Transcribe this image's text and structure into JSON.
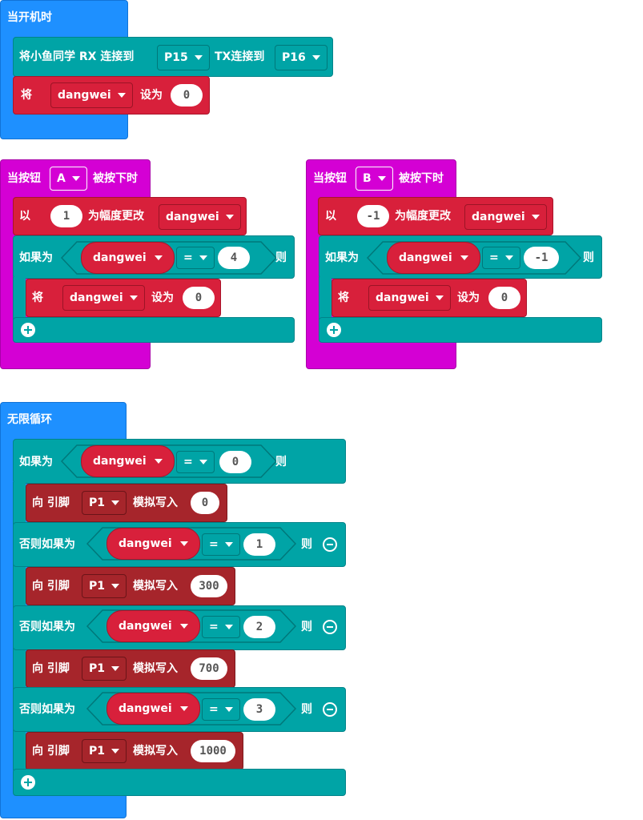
{
  "colors": {
    "event": "#1e90ff",
    "input": "#d400d4",
    "logic": "#00a4a6",
    "variable": "#d8203b",
    "pins": "#a6252b"
  },
  "on_start": {
    "hat": "当开机时",
    "serial": {
      "pre": "将小鱼同学 RX 连接到",
      "rx": "P15",
      "mid": "TX连接到",
      "tx": "P16"
    },
    "set": {
      "label": "将",
      "var": "dangwei",
      "to": "设为",
      "value": "0"
    }
  },
  "button_a": {
    "hat_pre": "当按钮",
    "button": "A",
    "hat_post": "被按下时",
    "change": {
      "pre": "以",
      "value": "1",
      "mid": "为幅度更改",
      "var": "dangwei"
    },
    "if": {
      "label": "如果为",
      "var": "dangwei",
      "op": "=",
      "value": "4",
      "then": "则"
    },
    "set": {
      "label": "将",
      "var": "dangwei",
      "to": "设为",
      "value": "0"
    },
    "add_icon": "plus-icon"
  },
  "button_b": {
    "hat_pre": "当按钮",
    "button": "B",
    "hat_post": "被按下时",
    "change": {
      "pre": "以",
      "value": "-1",
      "mid": "为幅度更改",
      "var": "dangwei"
    },
    "if": {
      "label": "如果为",
      "var": "dangwei",
      "op": "=",
      "value": "-1",
      "then": "则"
    },
    "set": {
      "label": "将",
      "var": "dangwei",
      "to": "设为",
      "value": "0"
    },
    "add_icon": "plus-icon"
  },
  "forever": {
    "hat": "无限循环",
    "branches": [
      {
        "label": "如果为",
        "var": "dangwei",
        "op": "=",
        "value": "0",
        "then": "则",
        "action": {
          "pre": "向 引脚",
          "pin": "P1",
          "mid": "模拟写入",
          "value": "0"
        }
      },
      {
        "label": "否则如果为",
        "var": "dangwei",
        "op": "=",
        "value": "1",
        "then": "则",
        "action": {
          "pre": "向 引脚",
          "pin": "P1",
          "mid": "模拟写入",
          "value": "300"
        }
      },
      {
        "label": "否则如果为",
        "var": "dangwei",
        "op": "=",
        "value": "2",
        "then": "则",
        "action": {
          "pre": "向 引脚",
          "pin": "P1",
          "mid": "模拟写入",
          "value": "700"
        }
      },
      {
        "label": "否则如果为",
        "var": "dangwei",
        "op": "=",
        "value": "3",
        "then": "则",
        "action": {
          "pre": "向 引脚",
          "pin": "P1",
          "mid": "模拟写入",
          "value": "1000"
        }
      }
    ],
    "add_icon": "plus-icon",
    "remove_icon": "minus-icon"
  }
}
